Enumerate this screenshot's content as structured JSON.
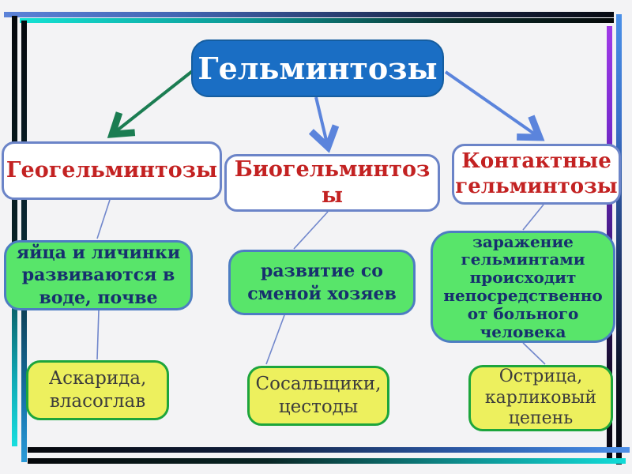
{
  "nodes": {
    "root": {
      "label": "Гельминтозы"
    },
    "geo": {
      "label": "Геогельминтозы"
    },
    "bio": {
      "label": "Биогельминтоз\nы"
    },
    "contact": {
      "label": "Контактные\nгельминтозы"
    },
    "geo_desc": {
      "label": "яйца и личинки\nразвиваются в\nводе, почве"
    },
    "bio_desc": {
      "label": "развитие со\nсменой хозяев"
    },
    "contact_desc": {
      "label": "заражение\nгельминтами\nпроисходит\nнепосредственно\nот больного\nчеловека"
    },
    "geo_examples": {
      "label": "Аскарида,\nвласоглав"
    },
    "bio_examples": {
      "label": "Сосальщики,\nцестоды"
    },
    "contact_examples": {
      "label": "Острица,\nкарликовый\nцепень"
    }
  },
  "edges": [
    {
      "from": "root",
      "to": "geo",
      "style": "green-arrow"
    },
    {
      "from": "root",
      "to": "bio",
      "style": "blue-arrow"
    },
    {
      "from": "root",
      "to": "contact",
      "style": "blue-arrow"
    },
    {
      "from": "geo",
      "to": "geo_desc",
      "style": "thin-line"
    },
    {
      "from": "geo_desc",
      "to": "geo_examples",
      "style": "thin-line"
    },
    {
      "from": "bio",
      "to": "bio_desc",
      "style": "thin-line"
    },
    {
      "from": "bio_desc",
      "to": "bio_examples",
      "style": "thin-line"
    },
    {
      "from": "contact",
      "to": "contact_desc",
      "style": "thin-line"
    },
    {
      "from": "contact_desc",
      "to": "contact_examples",
      "style": "thin-line"
    }
  ],
  "colors": {
    "background": "#f3f3f5",
    "root_fill": "#1a6ec4",
    "root_text": "#ffffff",
    "level2_fill": "#ffffff",
    "level2_border": "#6b84c8",
    "level2_text": "#c32222",
    "level3_fill": "#58e56a",
    "level3_border": "#4d7dc2",
    "level3_text": "#17306e",
    "level4_fill": "#edf05e",
    "level4_border": "#1da53c",
    "level4_text": "#3c3c3c",
    "arrow_blue": "#5b84dc",
    "arrow_green": "#1b7d52",
    "frame_cyan": "#14e2d4",
    "frame_blue": "#5b82d8",
    "frame_purple": "#8a2be2",
    "frame_black": "#05080c"
  }
}
